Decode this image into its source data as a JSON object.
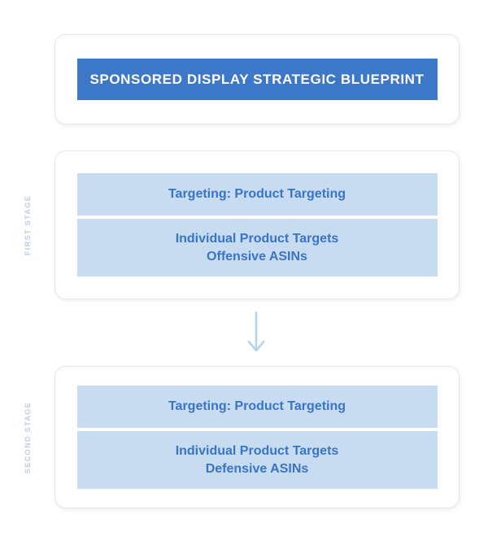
{
  "header": {
    "title": "SPONSORED DISPLAY STRATEGIC BLUEPRINT"
  },
  "stages": [
    {
      "label": "FIRST STAGE",
      "targeting_bar": "Targeting: Product Targeting",
      "detail_bar_line1": "Individual Product Targets",
      "detail_bar_line2": "Offensive ASINs"
    },
    {
      "label": "SECOND STAGE",
      "targeting_bar": "Targeting: Product Targeting",
      "detail_bar_line1": "Individual Product Targets",
      "detail_bar_line2": "Defensive ASINs"
    }
  ],
  "icons": {
    "down_arrow": "down-arrow between first and second stage"
  },
  "colors": {
    "banner_blue": "#3d78c8",
    "banner_text": "#ffffff",
    "bar_light_blue": "#c7dbf1",
    "bar_text_blue": "#3a74c4",
    "stage_label_blue": "#b9cfe9",
    "arrow_blue": "#b9d2ee",
    "card_border": "#e7e7e7",
    "background": "#ffffff"
  }
}
